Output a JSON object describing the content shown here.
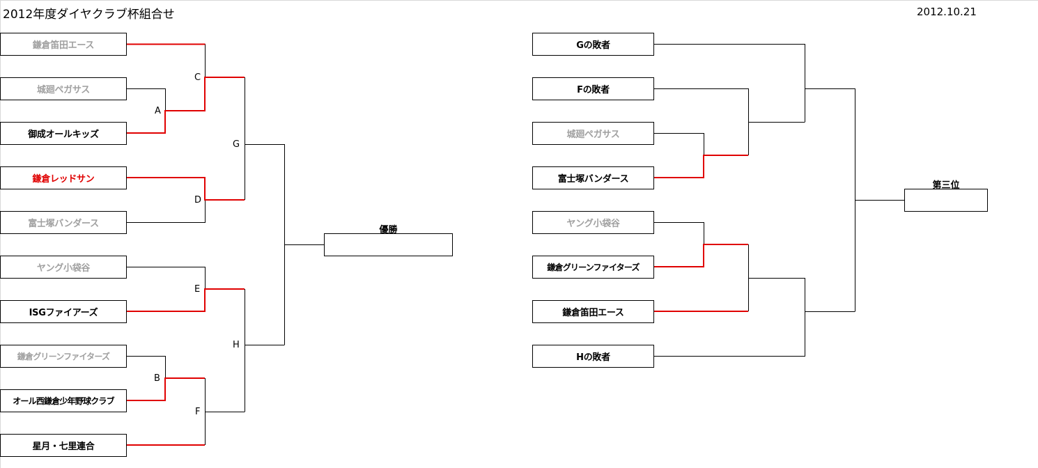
{
  "title": "2012年度ダイヤクラブ杯組合せ",
  "date": "2012.10.21",
  "colors": {
    "win_line": "#e00000",
    "line": "#000000",
    "loser_text": "#a0a0a0"
  },
  "main_bracket": {
    "teams": [
      {
        "name": "鎌倉笛田エース",
        "status": "loser"
      },
      {
        "name": "城廻ペガサス",
        "status": "loser"
      },
      {
        "name": "御成オールキッズ",
        "status": "winner"
      },
      {
        "name": "鎌倉レッドサン",
        "status": "red"
      },
      {
        "name": "富士塚バンダース",
        "status": "loser"
      },
      {
        "name": "ヤング小袋谷",
        "status": "loser"
      },
      {
        "name": "ISGファイアーズ",
        "status": "winner"
      },
      {
        "name": "鎌倉グリーンファイターズ",
        "status": "loser"
      },
      {
        "name": "オール西鎌倉少年野球クラブ",
        "status": "winner"
      },
      {
        "name": "星月・七里連合",
        "status": "winner"
      }
    ],
    "match_labels": {
      "A": "A",
      "B": "B",
      "C": "C",
      "D": "D",
      "E": "E",
      "F": "F",
      "G": "G",
      "H": "H"
    },
    "result_label": "優勝",
    "result_value": ""
  },
  "third_place_bracket": {
    "teams": [
      {
        "name": "Gの敗者",
        "status": "winner"
      },
      {
        "name": "Fの敗者",
        "status": "winner"
      },
      {
        "name": "城廻ペガサス",
        "status": "loser"
      },
      {
        "name": "富士塚バンダース",
        "status": "winner"
      },
      {
        "name": "ヤング小袋谷",
        "status": "loser"
      },
      {
        "name": "鎌倉グリーンファイターズ",
        "status": "winner"
      },
      {
        "name": "鎌倉笛田エース",
        "status": "winner"
      },
      {
        "name": "Hの敗者",
        "status": "winner"
      }
    ],
    "result_label": "第三位",
    "result_value": ""
  }
}
